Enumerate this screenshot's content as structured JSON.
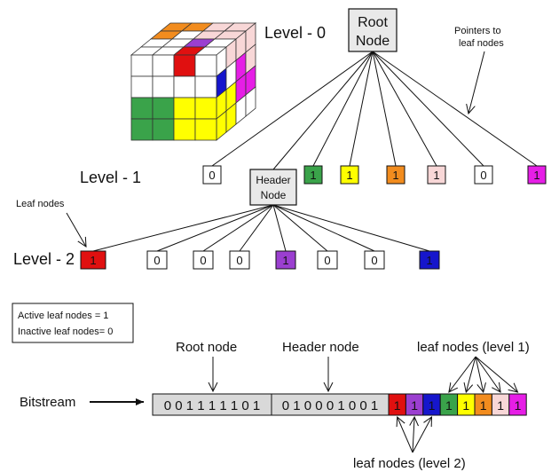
{
  "labels": {
    "level0": "Level - 0",
    "level1": "Level - 1",
    "level2": "Level - 2",
    "root_line1": "Root",
    "root_line2": "Node",
    "header_line1": "Header",
    "header_line2": "Node",
    "pointers_line1": "Pointers to",
    "pointers_line2": "leaf nodes",
    "leaf_nodes": "Leaf nodes",
    "legend_line1": "Active leaf nodes = 1",
    "legend_line2": "Inactive leaf nodes= 0",
    "root_node_label": "Root node",
    "header_node_label": "Header node",
    "leaf_level1_label": "leaf nodes (level 1)",
    "leaf_level2_label": "leaf nodes (level 2)",
    "bitstream": "Bitstream"
  },
  "level1_nodes": [
    {
      "value": "0",
      "color": "#ffffff"
    },
    {
      "value": "1",
      "color": "#3aa34a"
    },
    {
      "value": "1",
      "color": "#ffff00"
    },
    {
      "value": "1",
      "color": "#f28c1e"
    },
    {
      "value": "1",
      "color": "#f8d7d7"
    },
    {
      "value": "0",
      "color": "#ffffff"
    },
    {
      "value": "1",
      "color": "#e61ee6"
    }
  ],
  "level2_nodes": [
    {
      "value": "1",
      "color": "#e01010"
    },
    {
      "value": "0",
      "color": "#ffffff"
    },
    {
      "value": "0",
      "color": "#ffffff"
    },
    {
      "value": "0",
      "color": "#ffffff"
    },
    {
      "value": "1",
      "color": "#9b3fd0"
    },
    {
      "value": "0",
      "color": "#ffffff"
    },
    {
      "value": "0",
      "color": "#ffffff"
    },
    {
      "value": "1",
      "color": "#1616cc"
    }
  ],
  "bitstream": {
    "root_bits": "0 0 1 1 1 1 1 0 1",
    "header_bits": "0 1 0 0 0 1 0 0 1",
    "leaf_cells": [
      {
        "value": "1",
        "color": "#e01010"
      },
      {
        "value": "1",
        "color": "#9b3fd0"
      },
      {
        "value": "1",
        "color": "#1616cc"
      },
      {
        "value": "1",
        "color": "#3aa34a"
      },
      {
        "value": "1",
        "color": "#ffff00"
      },
      {
        "value": "1",
        "color": "#f28c1e"
      },
      {
        "value": "1",
        "color": "#f8d7d7"
      },
      {
        "value": "1",
        "color": "#e61ee6"
      }
    ]
  },
  "colors": {
    "node_box": "#e9e9e9",
    "stream_bg": "#d9d9d9",
    "cube_green": "#3aa34a",
    "cube_yellow": "#ffff00",
    "cube_orange": "#f28c1e",
    "cube_pink": "#f8d7d7",
    "cube_magenta": "#e61ee6",
    "cube_red": "#e01010",
    "cube_purple": "#9b3fd0",
    "cube_blue": "#1616cc"
  }
}
